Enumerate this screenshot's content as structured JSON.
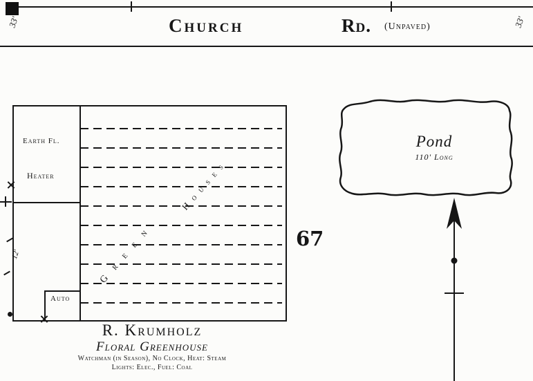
{
  "road": {
    "name": "Church",
    "type": "Rd.",
    "surface": "(Unpaved)",
    "width_left": "33'",
    "width_right": "33'"
  },
  "parcel": {
    "number": "67"
  },
  "building": {
    "earth_floor_label": "Earth Fl.",
    "heater_label": "Heater",
    "auto_label": "Auto",
    "greenhouse_word_bottom": "Green",
    "greenhouse_word_top": "Houses",
    "dimension": "12'"
  },
  "pond": {
    "name": "Pond",
    "length": "110' Long"
  },
  "caption": {
    "owner": "R. Krumholz",
    "business": "Floral Greenhouse",
    "note_line_1": "Watchman (in Season), No Clock, Heat: Steam",
    "note_line_2": "Lights: Elec., Fuel: Coal"
  }
}
